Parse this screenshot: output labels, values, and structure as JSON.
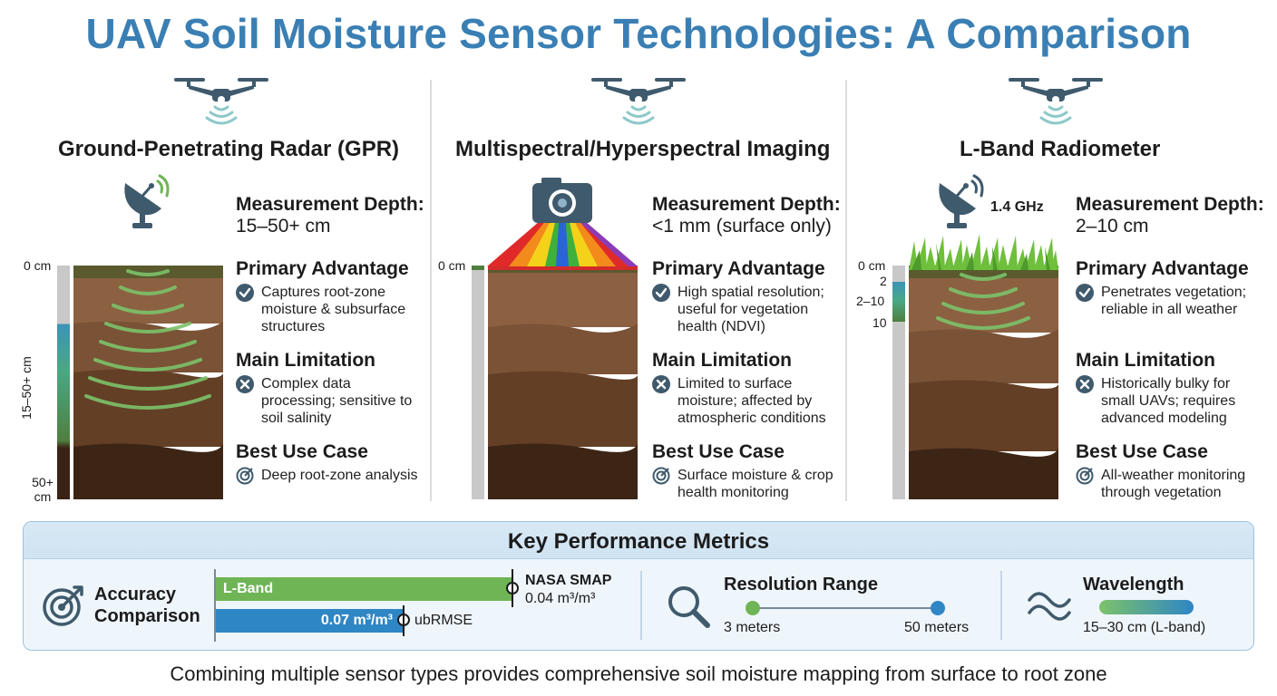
{
  "title": "UAV Soil Moisture Sensor Technologies: A Comparison",
  "columns": [
    {
      "name": "Ground-Penetrating Radar (GPR)",
      "depth_heading": "Measurement Depth:",
      "depth_value": "15–50+ cm",
      "advantage_heading": "Primary Advantage",
      "advantage_text": "Captures root-zone moisture & subsurface structures",
      "limitation_heading": "Main Limitation",
      "limitation_text": "Complex data processing; sensitive to soil salinity",
      "usecase_heading": "Best Use Case",
      "usecase_text": "Deep root-zone analysis",
      "depth_scale": {
        "top": "0 cm",
        "mid": "15–50+ cm",
        "bottom": "50+ cm"
      }
    },
    {
      "name": "Multispectral/Hyperspectral Imaging",
      "depth_heading": "Measurement Depth:",
      "depth_value": "<1 mm (surface only)",
      "advantage_heading": "Primary Advantage",
      "advantage_text": "High spatial resolution; useful for vegetation health (NDVI)",
      "limitation_heading": "Main Limitation",
      "limitation_text": "Limited to surface moisture; affected by atmospheric conditions",
      "usecase_heading": "Best Use Case",
      "usecase_text": "Surface moisture & crop health monitoring",
      "depth_scale": {
        "top": "0 cm"
      }
    },
    {
      "name": "L-Band Radiometer",
      "frequency": "1.4 GHz",
      "depth_heading": "Measurement Depth:",
      "depth_value": "2–10 cm",
      "advantage_heading": "Primary Advantage",
      "advantage_text": "Penetrates vegetation; reliable in all weather",
      "limitation_heading": "Main Limitation",
      "limitation_text": "Historically bulky for small UAVs; requires advanced modeling",
      "usecase_heading": "Best Use Case",
      "usecase_text": "All-weather monitoring through vegetation",
      "depth_scale": {
        "top": "0 cm",
        "t2": "2",
        "t3": "2–10",
        "t4": "10"
      }
    }
  ],
  "metrics": {
    "title": "Key Performance Metrics",
    "accuracy_label": "Accuracy Comparison",
    "bar1_label": "L-Band",
    "bar1_ref_name": "NASA SMAP",
    "bar1_ref_value": "0.04 m³/m³",
    "bar2_value": "0.07 m³/m³",
    "bar2_ref": "ubRMSE",
    "resolution_title": "Resolution Range",
    "resolution_min": "3 meters",
    "resolution_max": "50 meters",
    "wavelength_title": "Wavelength",
    "wavelength_value": "15–30 cm (L-band)"
  },
  "footer": "Combining multiple sensor types provides comprehensive soil moisture mapping from surface to root zone",
  "colors": {
    "title": "#3a7fb4",
    "green": "#6fb556",
    "blue": "#2f86c4",
    "icon": "#3f5a6c"
  },
  "icons": [
    "drone-icon",
    "radar-dish-icon",
    "camera-icon",
    "check-icon",
    "x-icon",
    "target-icon",
    "magnifier-icon",
    "wave-icon"
  ]
}
